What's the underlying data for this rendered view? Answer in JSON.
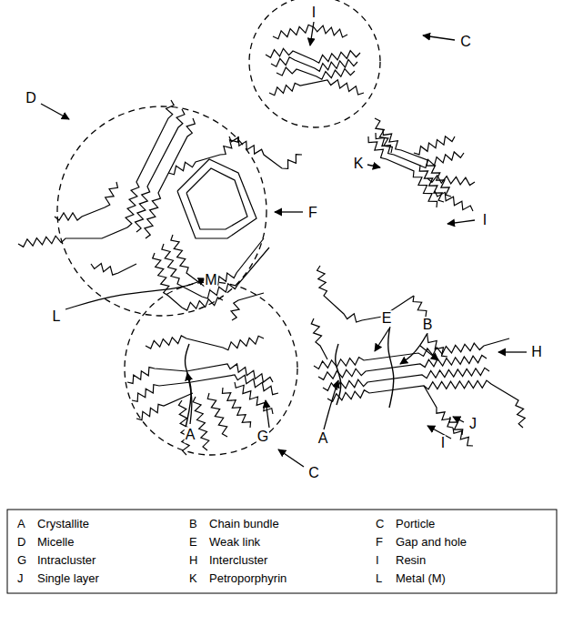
{
  "diagram": {
    "labels": [
      "I",
      "C",
      "D",
      "K",
      "I",
      "F",
      "E",
      "B",
      "J",
      "H",
      "M",
      "L",
      "A",
      "G",
      "C",
      "A",
      "I",
      "A",
      "Crystallite",
      "B",
      "Chain bundle",
      "C",
      "Porticle",
      "D",
      "Micelle",
      "E",
      "Weak link",
      "F",
      "Gap and hole",
      "G",
      "Intracluster",
      "H",
      "Intercluster",
      "I",
      "Resin",
      "J",
      "Single layer",
      "K",
      "Petroporphyrin",
      "L",
      "Metal (M)"
    ]
  }
}
